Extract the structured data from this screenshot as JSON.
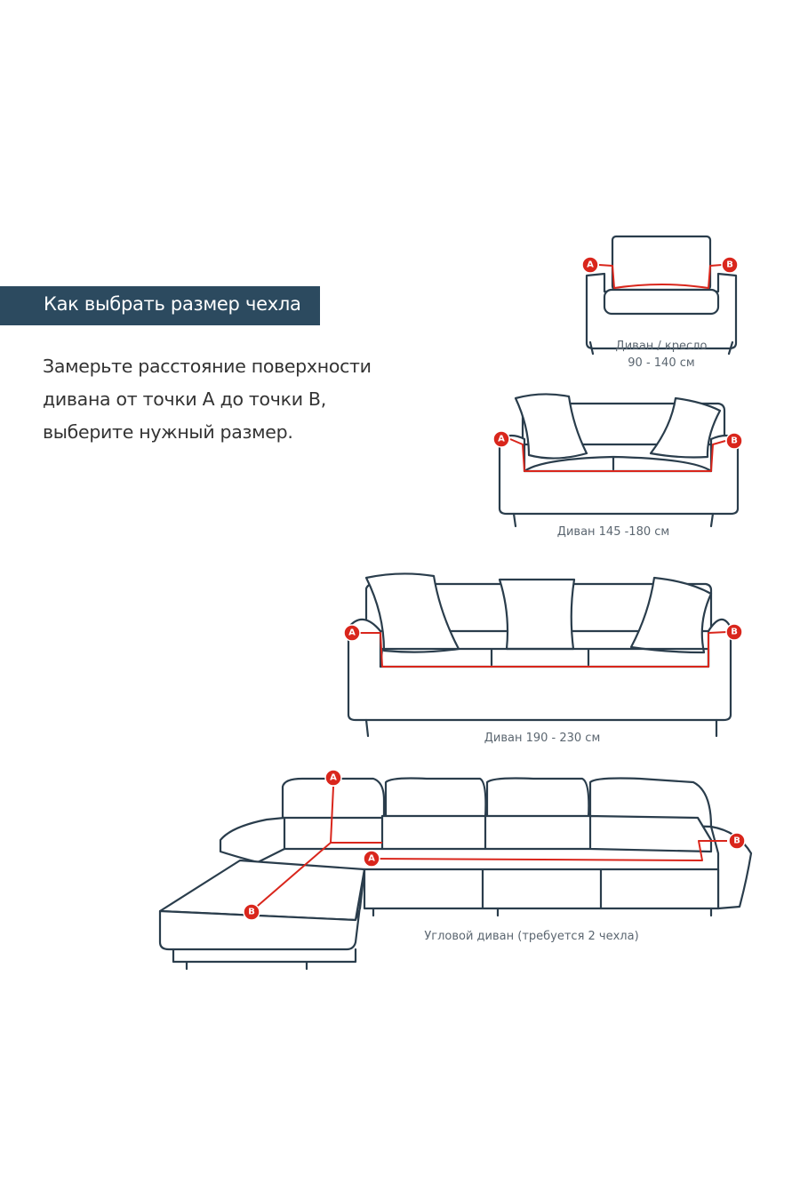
{
  "header": {
    "title": "Как выбрать размер чехла"
  },
  "intro": {
    "lines": [
      "Замерьте расстояние поверхности",
      "дивана от точки А до точки В,",
      "выберите нужный размер."
    ]
  },
  "points": {
    "a": "A",
    "b": "B"
  },
  "products": [
    {
      "name": "Диван / кресло",
      "size": "90 - 140 см"
    },
    {
      "label": "Диван 145 -180 см"
    },
    {
      "label": "Диван 190 - 230 см"
    },
    {
      "label": "Угловой диван (требуется 2 чехла)"
    }
  ],
  "colors": {
    "banner": "#2c4a5f",
    "outline": "#2a3d4c",
    "measure": "#d9261c"
  }
}
